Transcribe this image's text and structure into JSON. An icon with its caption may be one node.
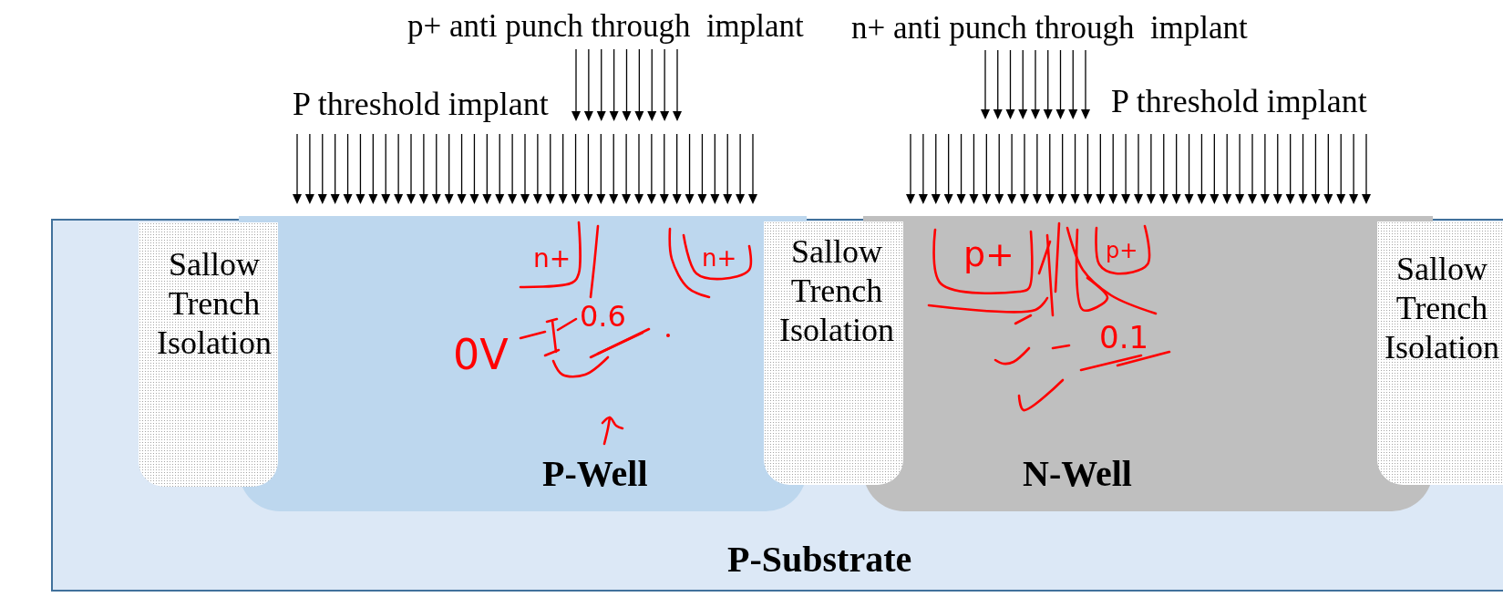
{
  "diagram": {
    "nodes": [
      {
        "text": [
          "P-Substrate"
        ]
      },
      {
        "text": [
          "Sallow Trench Isolation"
        ],
        "in": 0
      },
      {
        "text": [
          "P-Well"
        ],
        "in": 0
      },
      {
        "text": [
          "Sallow Trench Isolation"
        ],
        "in": 0
      },
      {
        "text": [
          "N-Well"
        ],
        "in": 0
      },
      {
        "text": [
          "Sallow Trench Isolation"
        ],
        "in": 0
      }
    ],
    "labels": [
      "p+ anti punch through  implant",
      "n+ anti punch through  implant",
      "P threshold implant",
      "P threshold implant",
      "n+",
      "n+",
      "p+",
      "p+",
      "0V",
      "0.6",
      "0.1"
    ]
  }
}
